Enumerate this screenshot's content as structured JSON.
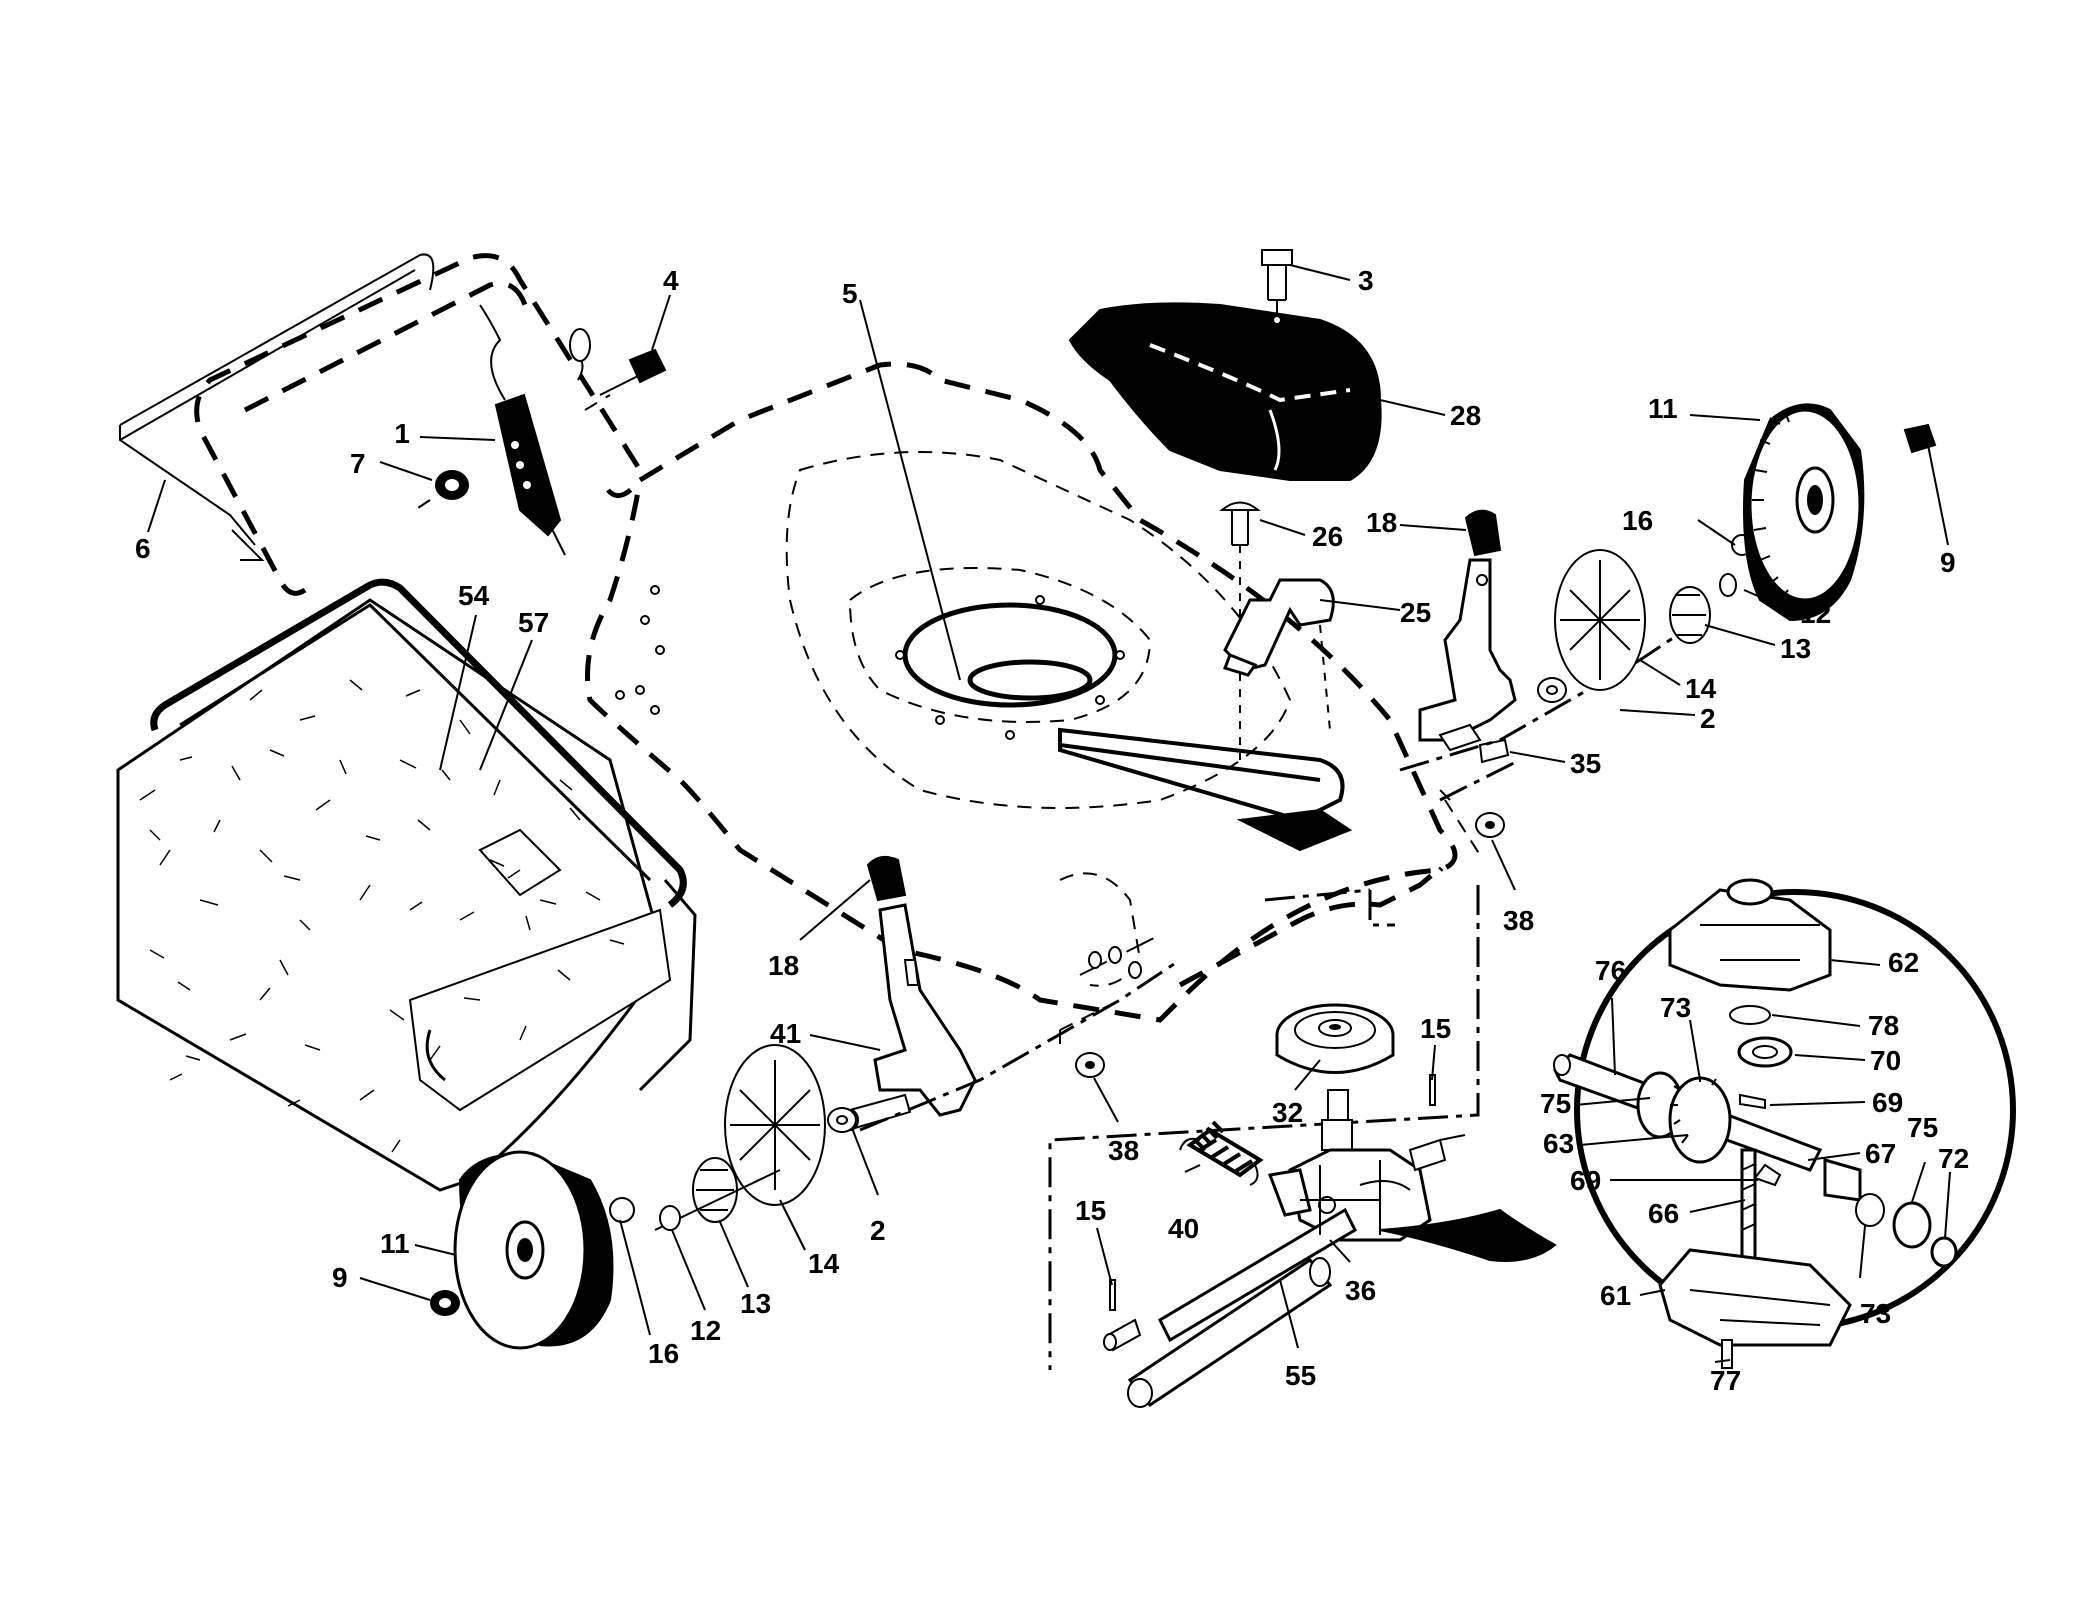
{
  "colors": {
    "ink": "#000000",
    "paper": "#ffffff"
  },
  "labels": [
    {
      "id": "label-1",
      "text": "1"
    },
    {
      "id": "label-2-right",
      "text": "2"
    },
    {
      "id": "label-2-left",
      "text": "2"
    },
    {
      "id": "label-3",
      "text": "3"
    },
    {
      "id": "label-4",
      "text": "4"
    },
    {
      "id": "label-5",
      "text": "5"
    },
    {
      "id": "label-6",
      "text": "6"
    },
    {
      "id": "label-7",
      "text": "7"
    },
    {
      "id": "label-9-right",
      "text": "9"
    },
    {
      "id": "label-9-left",
      "text": "9"
    },
    {
      "id": "label-11-right",
      "text": "11"
    },
    {
      "id": "label-11-left",
      "text": "11"
    },
    {
      "id": "label-12-right",
      "text": "12"
    },
    {
      "id": "label-12-left",
      "text": "12"
    },
    {
      "id": "label-13-right",
      "text": "13"
    },
    {
      "id": "label-13-left",
      "text": "13"
    },
    {
      "id": "label-14-right",
      "text": "14"
    },
    {
      "id": "label-14-left",
      "text": "14"
    },
    {
      "id": "label-15-upper",
      "text": "15"
    },
    {
      "id": "label-15-lower",
      "text": "15"
    },
    {
      "id": "label-16-right",
      "text": "16"
    },
    {
      "id": "label-16-left",
      "text": "16"
    },
    {
      "id": "label-18-right",
      "text": "18"
    },
    {
      "id": "label-18-left",
      "text": "18"
    },
    {
      "id": "label-25",
      "text": "25"
    },
    {
      "id": "label-26",
      "text": "26"
    },
    {
      "id": "label-28",
      "text": "28"
    },
    {
      "id": "label-32",
      "text": "32"
    },
    {
      "id": "label-35",
      "text": "35"
    },
    {
      "id": "label-36",
      "text": "36"
    },
    {
      "id": "label-38-right",
      "text": "38"
    },
    {
      "id": "label-38-left",
      "text": "38"
    },
    {
      "id": "label-40",
      "text": "40"
    },
    {
      "id": "label-41",
      "text": "41"
    },
    {
      "id": "label-54",
      "text": "54"
    },
    {
      "id": "label-55",
      "text": "55"
    },
    {
      "id": "label-57",
      "text": "57"
    },
    {
      "id": "label-61",
      "text": "61"
    },
    {
      "id": "label-62",
      "text": "62"
    },
    {
      "id": "label-63",
      "text": "63"
    },
    {
      "id": "label-66",
      "text": "66"
    },
    {
      "id": "label-67",
      "text": "67"
    },
    {
      "id": "label-69-upper",
      "text": "69"
    },
    {
      "id": "label-69-lower",
      "text": "69"
    },
    {
      "id": "label-70",
      "text": "70"
    },
    {
      "id": "label-72",
      "text": "72"
    },
    {
      "id": "label-73-upper",
      "text": "73"
    },
    {
      "id": "label-73-lower",
      "text": "73"
    },
    {
      "id": "label-75-left",
      "text": "75"
    },
    {
      "id": "label-75-right",
      "text": "75"
    },
    {
      "id": "label-76",
      "text": "76"
    },
    {
      "id": "label-77",
      "text": "77"
    },
    {
      "id": "label-78",
      "text": "78"
    }
  ]
}
